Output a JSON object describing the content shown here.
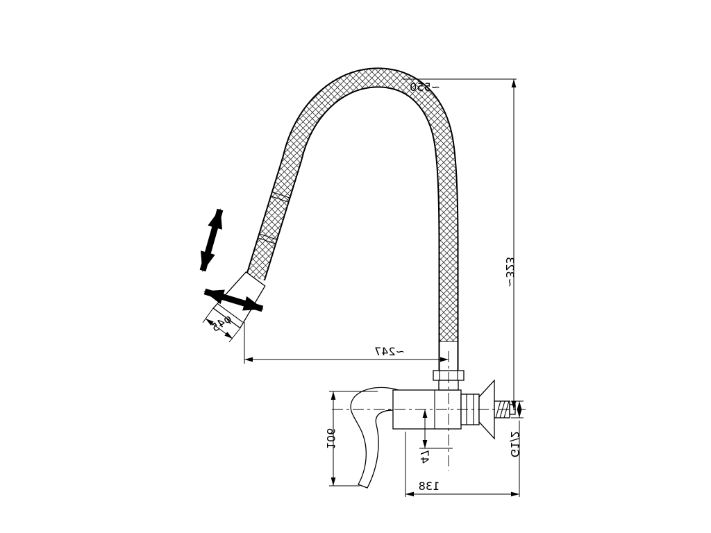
{
  "document": {
    "kind": "technical-dimension-drawing",
    "background": "#ffffff",
    "line_color": "#000000"
  },
  "dimensions": {
    "overall_height": {
      "text": "~550"
    },
    "side_height": {
      "text": "~323"
    },
    "reach": {
      "text": "~247"
    },
    "spray_diameter": {
      "text": "φ45"
    },
    "handle_height": {
      "text": "106"
    },
    "body_offset": {
      "text": "47"
    },
    "body_depth": {
      "text": "138"
    },
    "thread_size": {
      "text": "G1/2"
    }
  }
}
